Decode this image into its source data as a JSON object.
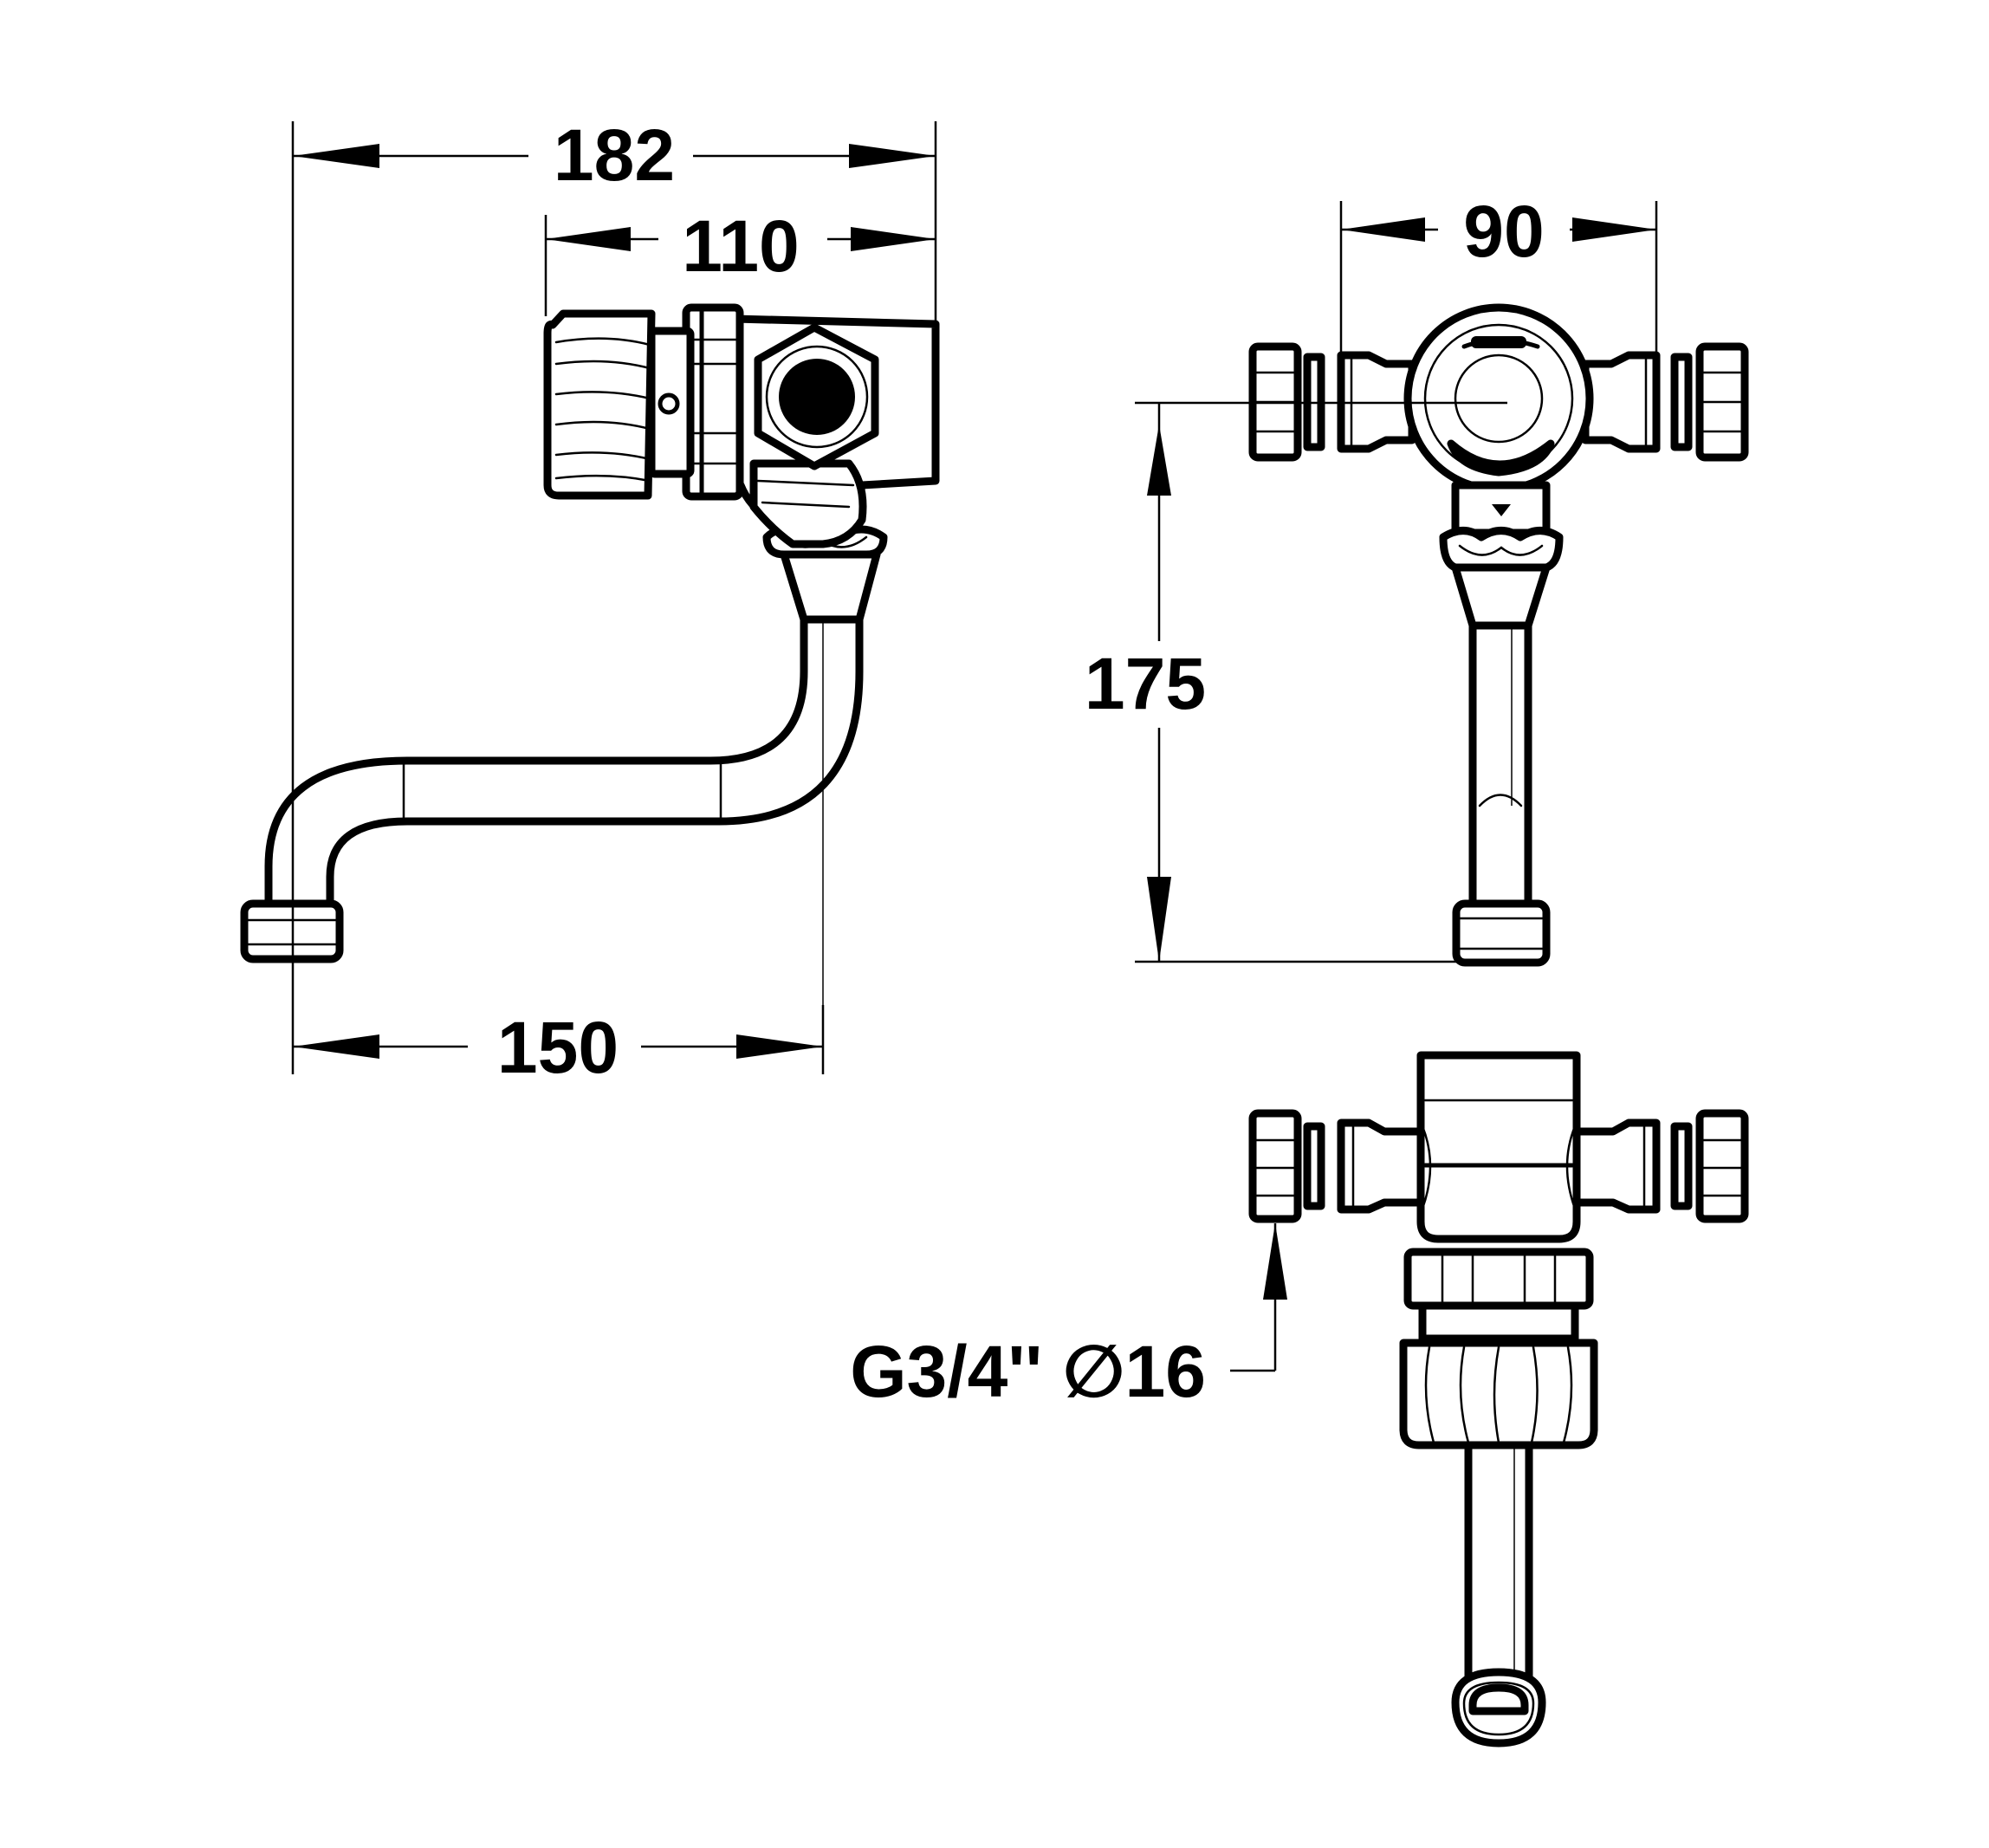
{
  "dimensions": {
    "overall_width": "182",
    "body_width": "110",
    "spout_reach": "150",
    "front_width": "90",
    "height": "175",
    "connection": "G3/4'' ∅16"
  },
  "colors": {
    "line": "#000000",
    "background": "#ffffff"
  }
}
